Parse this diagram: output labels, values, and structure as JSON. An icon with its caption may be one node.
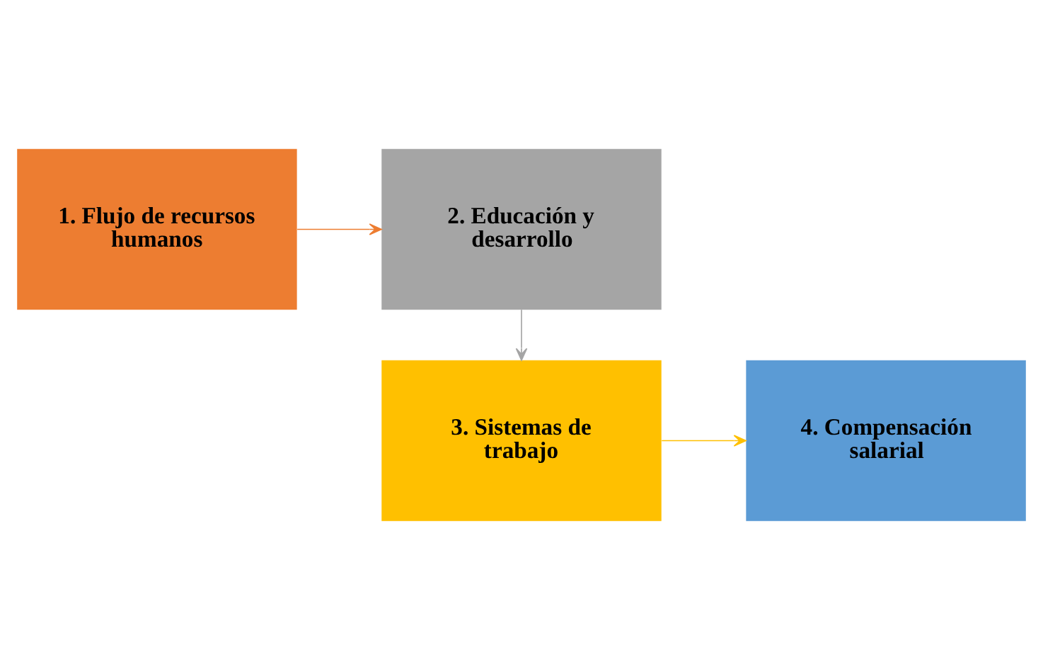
{
  "diagram": {
    "nodes": [
      {
        "text": [
          "1. Flujo de recursos humanos"
        ]
      },
      {
        "text": [
          "2. Educación y desarrollo"
        ]
      },
      {
        "text": [
          "3. Sistemas de trabajo"
        ]
      },
      {
        "text": [
          "4. Compensación salarial"
        ]
      }
    ],
    "edges": [
      {
        "from": 0,
        "to": 1,
        "arrow": "to",
        "color": "#ed7d31"
      },
      {
        "from": 1,
        "to": 2,
        "arrow": "to",
        "color": "#a5a5a5"
      },
      {
        "from": 2,
        "to": 3,
        "arrow": "to",
        "color": "#ffc000"
      }
    ]
  }
}
